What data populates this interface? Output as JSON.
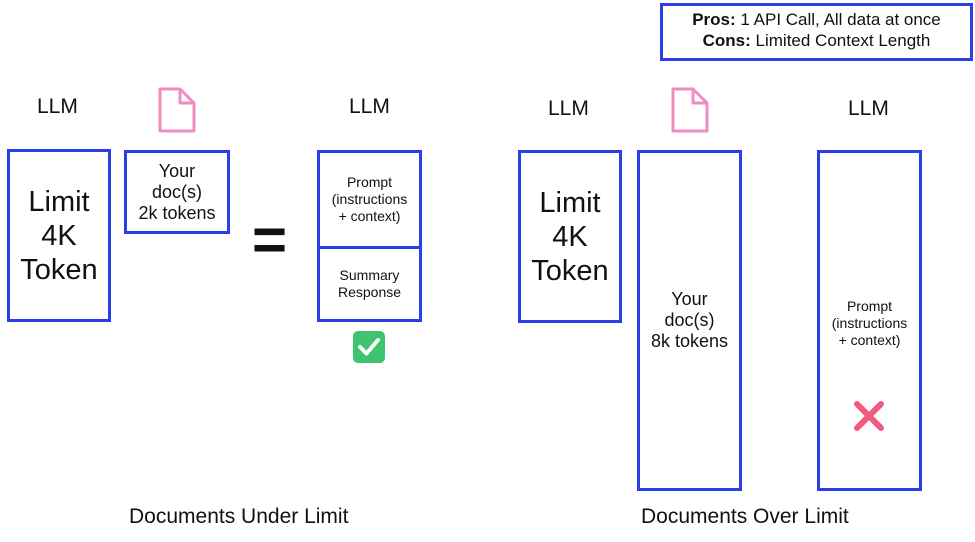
{
  "legend": {
    "pros_label": "Pros:",
    "pros_text": " 1 API Call, All data at once",
    "cons_label": "Cons:",
    "cons_text": " Limited Context Length"
  },
  "left": {
    "llm_label": "LLM",
    "limit_text": "Limit\n4K\nToken",
    "doc_text": "Your\ndoc(s)\n2k tokens",
    "equals": "=",
    "result_llm_label": "LLM",
    "prompt_text": "Prompt\n(instructions\n+ context)",
    "summary_text": "Summary\nResponse",
    "caption": "Documents Under Limit"
  },
  "right": {
    "llm_label": "LLM",
    "limit_text": "Limit\n4K\nToken",
    "doc_text": "Your\ndoc(s)\n8k tokens",
    "result_llm_label": "LLM",
    "prompt_text": "Prompt\n(instructions\n+ context)",
    "caption": "Documents Over Limit"
  },
  "colors": {
    "box_border": "#2a3fe6",
    "doc_icon": "#f08cbe",
    "check": "#3cc46e",
    "cross": "#f05a7e"
  },
  "icons": {
    "doc": "document-icon",
    "check": "check-icon",
    "cross": "cross-icon"
  }
}
